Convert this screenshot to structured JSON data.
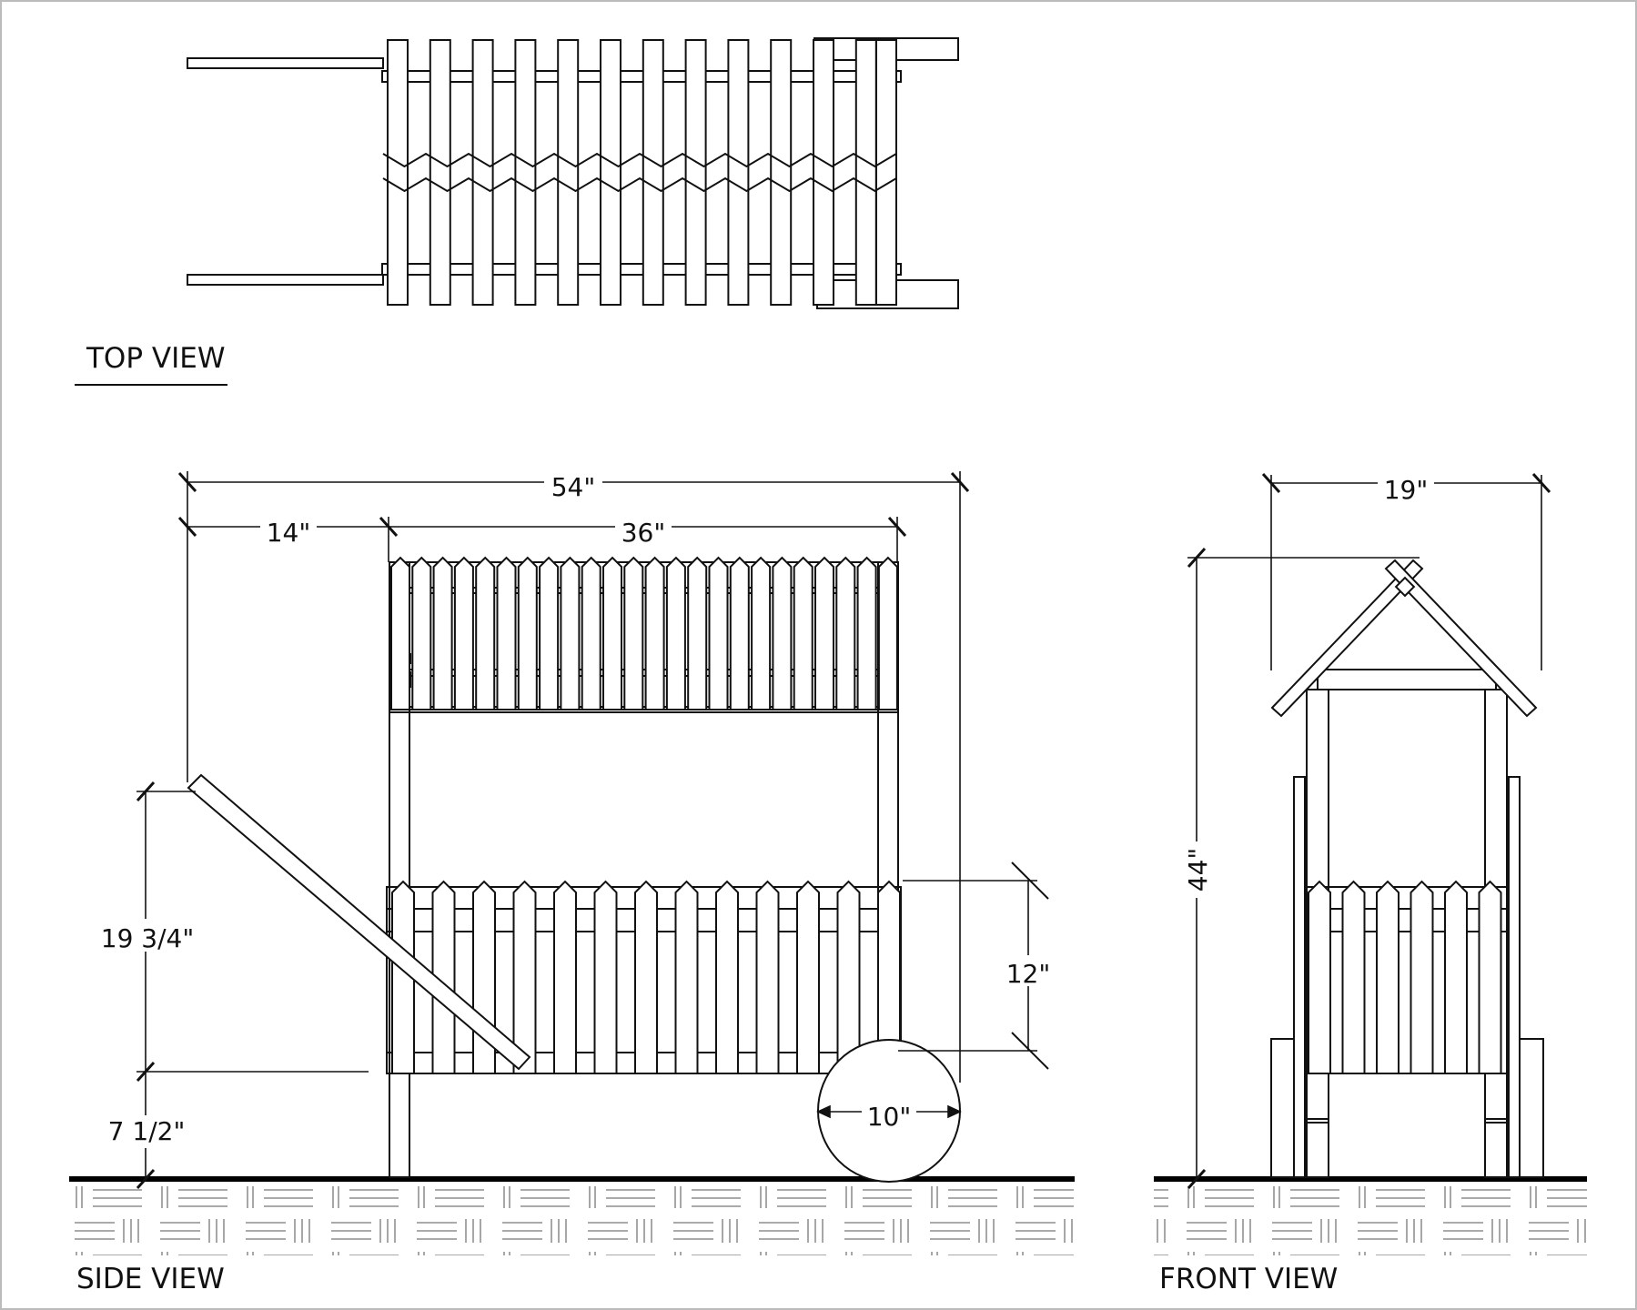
{
  "views": {
    "top": "TOP VIEW",
    "side": "SIDE VIEW",
    "front": "FRONT VIEW"
  },
  "dimensions": {
    "overall_length": "54\"",
    "handle_length": "14\"",
    "box_length": "36\"",
    "handle_height": "19 3/4\"",
    "box_clearance": "7 1/2\"",
    "lower_fence_height": "12\"",
    "wheel_diameter": "10\"",
    "front_width": "19\"",
    "total_height": "44\""
  },
  "colors": {
    "line": "#111111",
    "ground": "#000000",
    "hatch": "#777777"
  }
}
